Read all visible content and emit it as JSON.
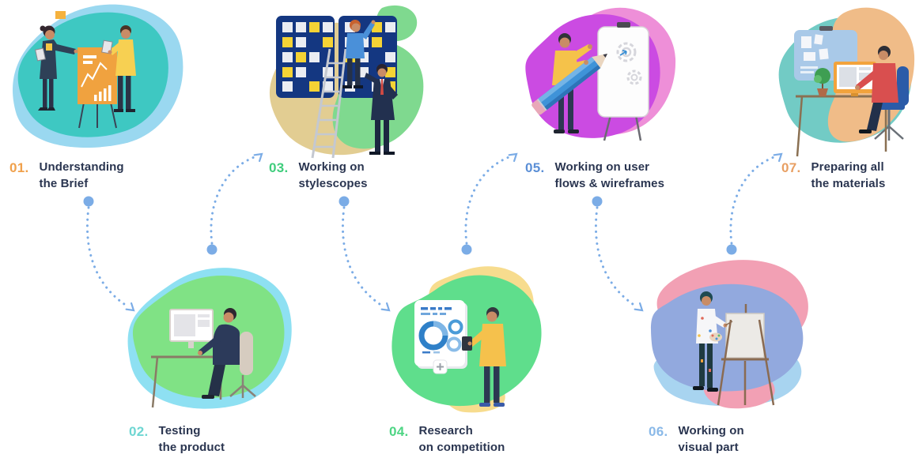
{
  "palette": {
    "background": "#FFFFFF",
    "text_dark": "#2A3550",
    "connector_blue": "#7BACE6"
  },
  "steps": [
    {
      "number": "01.",
      "number_color": "#F0A14C",
      "label_line1": "Understanding",
      "label_line2": "the Brief",
      "illustration": "two-people-presenting-chart-flipchart"
    },
    {
      "number": "02.",
      "number_color": "#6ED6D2",
      "label_line1": "Testing",
      "label_line2": "the product",
      "illustration": "man-testing-product-at-computer-desk"
    },
    {
      "number": "03.",
      "number_color": "#3FCD7C",
      "label_line1": "Working on",
      "label_line2": "stylescopes",
      "illustration": "two-men-sticky-note-boards-ladder"
    },
    {
      "number": "04.",
      "number_color": "#4ED584",
      "label_line1": "Research",
      "label_line2": "on competition",
      "illustration": "man-reviewing-donut-chart-report"
    },
    {
      "number": "05.",
      "number_color": "#5B8FD6",
      "label_line1": "Working on user",
      "label_line2": "flows & wireframes",
      "illustration": "man-giant-pencil-whiteboard-gears"
    },
    {
      "number": "06.",
      "number_color": "#8AB9E8",
      "label_line1": "Working on",
      "label_line2": "visual part",
      "illustration": "artist-painting-on-easel"
    },
    {
      "number": "07.",
      "number_color": "#E89F63",
      "label_line1": "Preparing all",
      "label_line2": "the materials",
      "illustration": "man-working-on-computer-pinboard"
    }
  ],
  "flow": [
    {
      "from": "01",
      "to": "02"
    },
    {
      "from": "02",
      "to": "03"
    },
    {
      "from": "03",
      "to": "04"
    },
    {
      "from": "04",
      "to": "05"
    },
    {
      "from": "05",
      "to": "06"
    },
    {
      "from": "06",
      "to": "07"
    }
  ]
}
